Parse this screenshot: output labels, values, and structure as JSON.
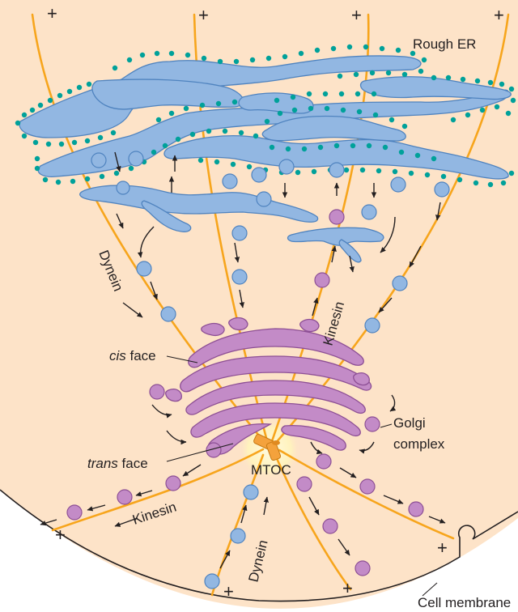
{
  "labels": {
    "rough_er": "Rough ER",
    "cis_italic": "cis",
    "cis_rest": " face",
    "trans_italic": "trans",
    "trans_rest": " face",
    "golgi_line1": "Golgi",
    "golgi_line2": "complex",
    "mtoc": "MTOC",
    "dynein_upper": "Dynein",
    "kinesin_upper": "Kinesin",
    "kinesin_lower": "Kinesin",
    "dynein_lower": "Dynein",
    "cell_membrane": "Cell membrane",
    "plus": "+"
  },
  "colors": {
    "cytoplasm": "#fde3c8",
    "microtubule": "#f7a51c",
    "er_fill": "#92b7e2",
    "ribosome": "#00a19a",
    "golgi_fill": "#c38bc7",
    "mtoc_glow": "#fff4c2",
    "mtoc_centriole": "#f4a23c"
  },
  "icons": [
    "centriole-icon",
    "ribosome-icon",
    "vesicle-icon",
    "arrow-icon"
  ]
}
